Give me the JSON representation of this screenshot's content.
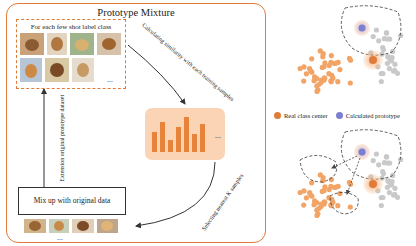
{
  "diagram": {
    "nodes": [
      {
        "text": [
          "Prototype Mixture"
        ]
      },
      {
        "text": [
          "For each few shot label class"
        ],
        "in": 0
      },
      {
        "text": [
          "Mix up with original data"
        ],
        "in": 0
      }
    ],
    "edges": [
      {
        "from": 2,
        "to": 1,
        "arrow": "to",
        "label": "Extension original prototype dataset"
      }
    ],
    "labels": [
      "Calculating similarity with each training samples",
      "Selecting nearest K samples",
      "...",
      "...",
      "..."
    ],
    "legend": [
      {
        "text": "Real class center",
        "color": "#e07b39"
      },
      {
        "text": "Calculated prototype",
        "color": "#7b7fd0"
      }
    ]
  }
}
